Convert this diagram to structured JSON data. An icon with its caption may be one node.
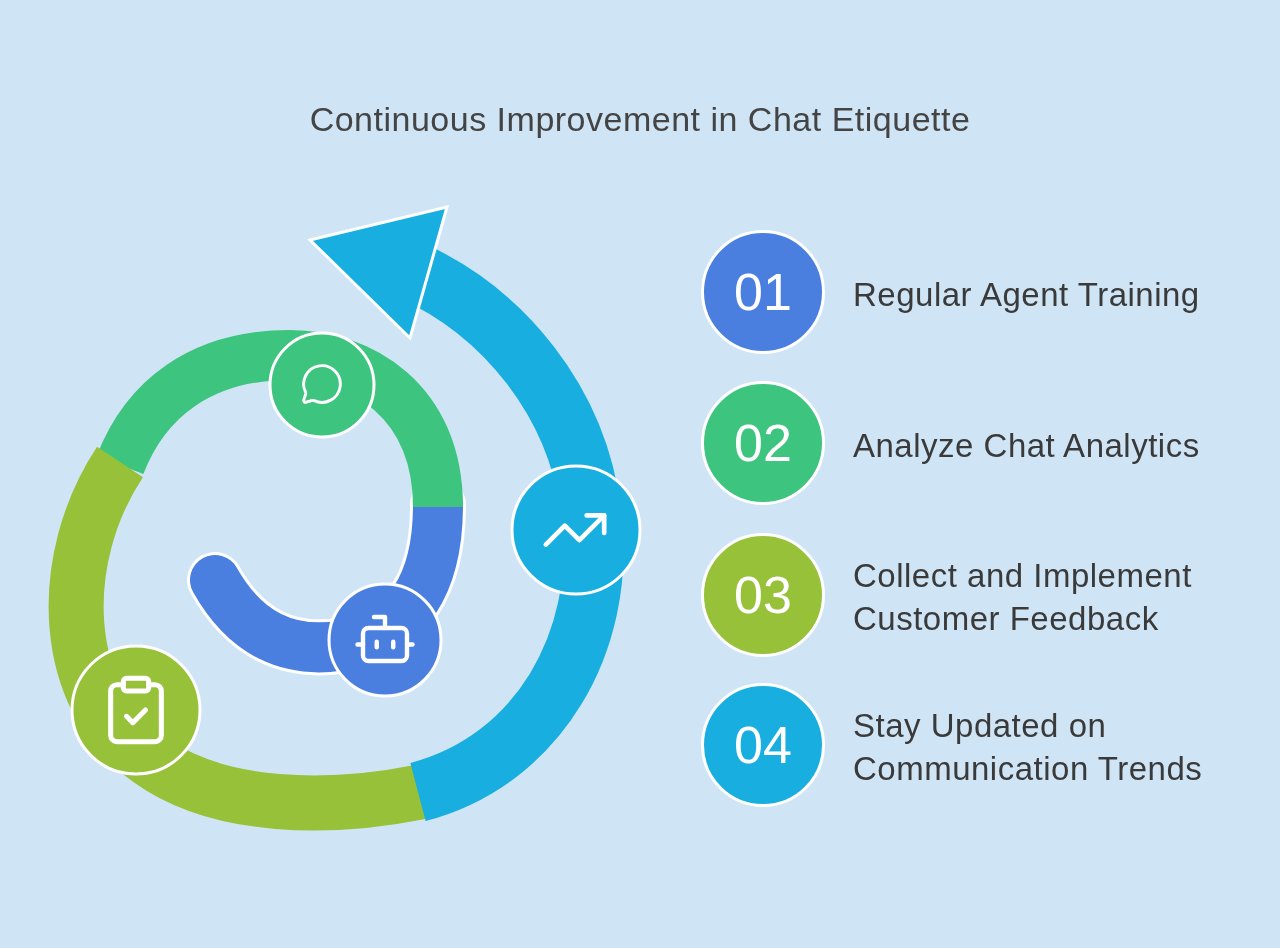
{
  "diagram": {
    "title": "Continuous Improvement in Chat Etiquette",
    "nodes": [
      {
        "text": [
          "01"
        ],
        "beside": [
          "Regular Agent Training"
        ]
      },
      {
        "text": [
          "02"
        ],
        "beside": [
          "Analyze Chat Analytics"
        ]
      },
      {
        "text": [
          "03"
        ],
        "beside": [
          "Collect and Implement Customer Feedback"
        ]
      },
      {
        "text": [
          "04"
        ],
        "beside": [
          "Stay Updated on Communication Trends"
        ]
      }
    ]
  }
}
